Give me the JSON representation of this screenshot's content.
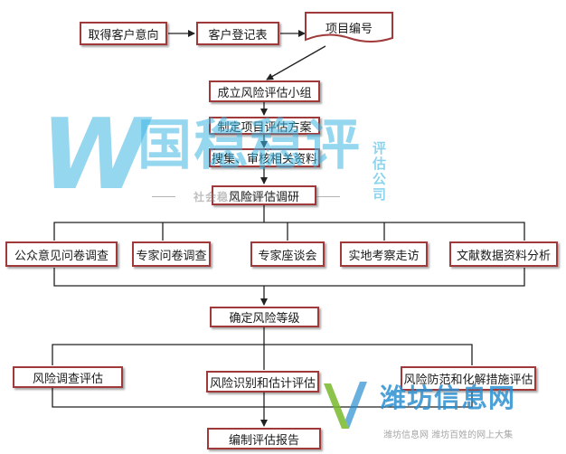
{
  "flow": {
    "get_intent": "取得客户意向",
    "register": "客户登记表",
    "project_number": "项目编号",
    "form_team": "成立风险评估小组",
    "make_plan": "制定项目评估方案",
    "collect_review": "搜集、审核相关资料",
    "risk_research": "风险评估调研",
    "public_survey": "公众意见问卷调查",
    "expert_survey": "专家问卷调查",
    "expert_forum": "专家座谈会",
    "field_visit": "实地考察走访",
    "literature_analysis": "文献数据资料分析",
    "determine_level": "确定风险等级",
    "survey_assessment": "风险调查评估",
    "identify_estimate": "风险识别和估计评估",
    "prevent_resolve": "风险防范和化解措施评估",
    "write_report": "编制评估报告"
  },
  "watermark_center": {
    "main": "国稳稳评",
    "side": "评估公司",
    "sub": "社会稳定风险评估"
  },
  "watermark_corner": {
    "brand": "潍坊信息网",
    "tagline": "潍坊信息网 潍坊百姓的网上大集"
  },
  "colors": {
    "border": "#a03a3a",
    "line": "#222222",
    "watermark_blue": "#3fb7e3",
    "watermark_green": "#78b82a",
    "corner_blue": "#2a8fd0"
  }
}
